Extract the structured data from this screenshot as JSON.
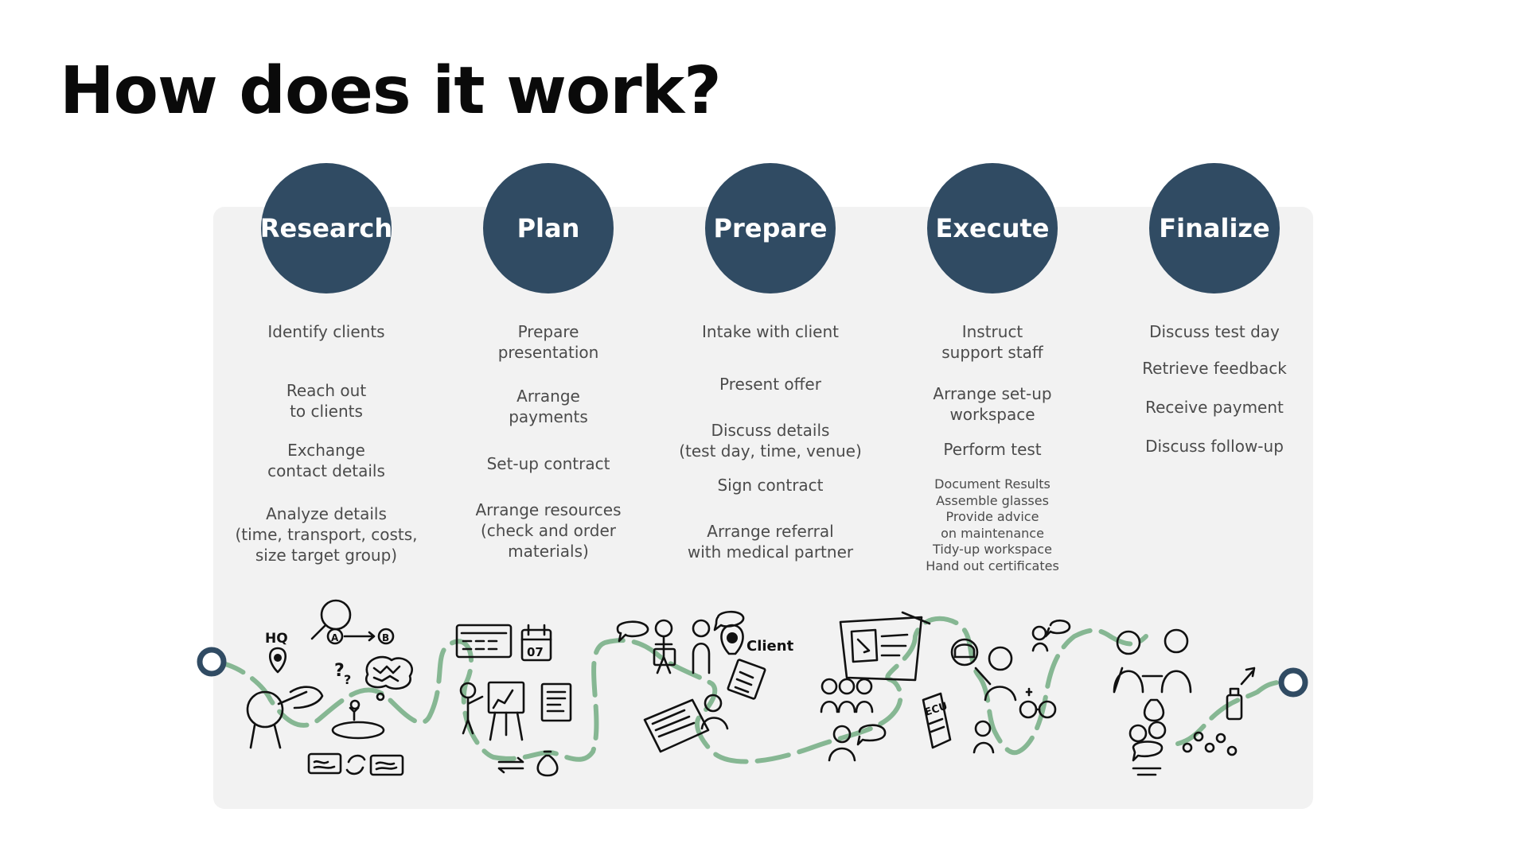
{
  "title": "How does it work?",
  "colors": {
    "circle": "#304b63",
    "path": "#86b793",
    "panel": "#f2f2f2"
  },
  "stages": [
    {
      "name": "Research",
      "steps": [
        "Identify clients",
        "Reach out\nto clients",
        "Exchange\ncontact details",
        "Analyze details\n(time, transport, costs,\nsize target group)"
      ]
    },
    {
      "name": "Plan",
      "steps": [
        "Prepare\npresentation",
        "Arrange\npayments",
        "Set-up contract",
        "Arrange resources\n(check and order\nmaterials)"
      ]
    },
    {
      "name": "Prepare",
      "steps": [
        "Intake with client",
        "Present offer",
        "Discuss details\n(test day, time, venue)",
        "Sign contract",
        "Arrange referral\nwith medical partner"
      ]
    },
    {
      "name": "Execute",
      "steps": [
        "Instruct\nsupport staff",
        "Arrange set-up\nworkspace",
        "Perform test",
        "Document Results\nAssemble glasses\nProvide advice\non maintenance\nTidy-up workspace\nHand out certificates"
      ]
    },
    {
      "name": "Finalize",
      "steps": [
        "Discuss test day",
        "Retrieve feedback",
        "Receive payment",
        "Discuss follow-up"
      ]
    }
  ],
  "illustration": {
    "hq_label": "HQ",
    "point_a": "A",
    "point_b": "B",
    "calendar_day": "07",
    "client_label": "Client",
    "eye_chart": "ECU"
  }
}
